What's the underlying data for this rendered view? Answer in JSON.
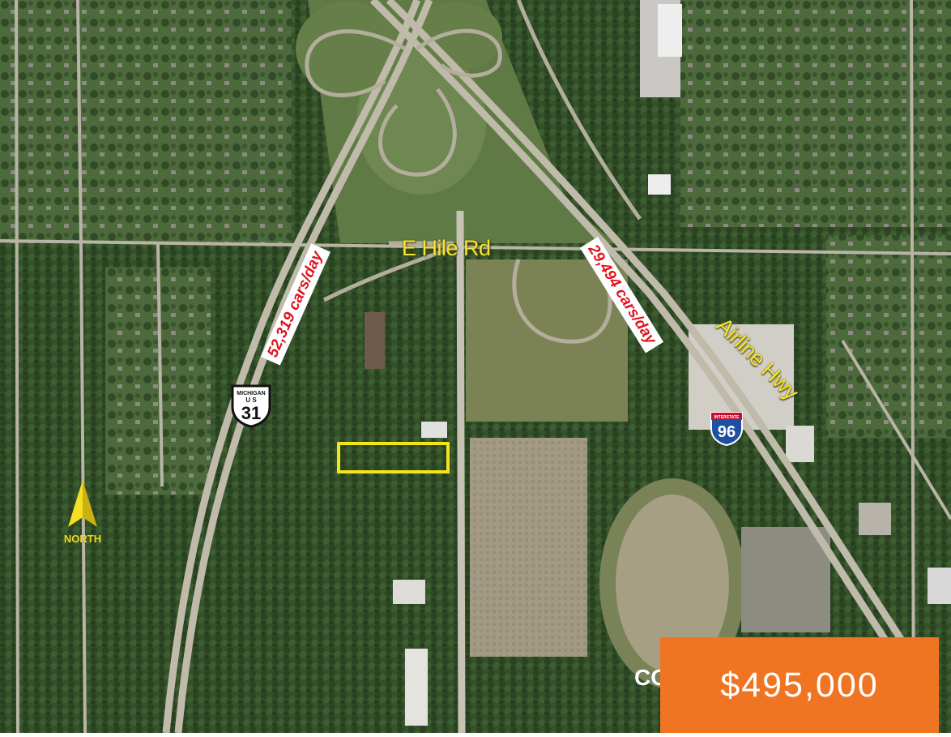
{
  "labels": {
    "road_e_hile": "E Hile Rd",
    "road_airline": "Airline Hwy",
    "traffic_us31": "52,319 cars/day",
    "traffic_i96": "29,494 cars/day",
    "north": "NORTH"
  },
  "shields": {
    "us31": {
      "state": "MICHIGAN",
      "top": "U S",
      "number": "31"
    },
    "i96": {
      "top": "INTERSTATE",
      "number": "96"
    }
  },
  "price": "$495,000",
  "partial_text": "CO",
  "colors": {
    "price_bg": "#f07522",
    "road_label": "#f4e531",
    "traffic_text": "#e0141c",
    "parcel_outline": "#f3e51c",
    "interstate_blue": "#1f4fa3",
    "interstate_red": "#c8102e"
  },
  "icons": [
    "north-arrow-icon",
    "us31-shield-icon",
    "i96-shield-icon"
  ]
}
